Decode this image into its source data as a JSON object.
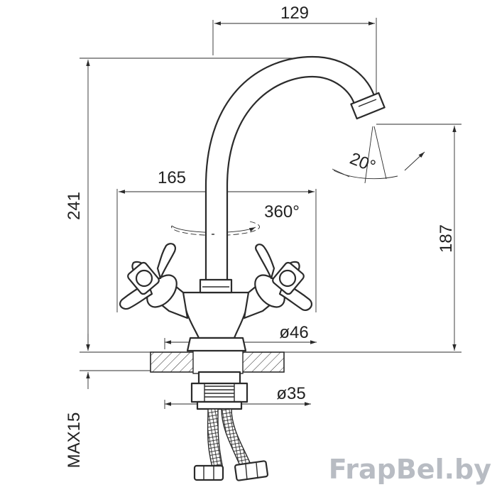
{
  "dimensions": {
    "spout_reach": "129",
    "total_height": "241",
    "handle_span": "165",
    "rotation": "360°",
    "spout_height": "187",
    "angle": "20°",
    "body_diameter": "ø46",
    "thread_diameter": "ø35",
    "max_thickness": "MAX15"
  },
  "watermark": {
    "text": "FrapBel.by",
    "color": "#b8bcc3"
  },
  "colors": {
    "line": "#2b2b2b",
    "text": "#222222"
  }
}
